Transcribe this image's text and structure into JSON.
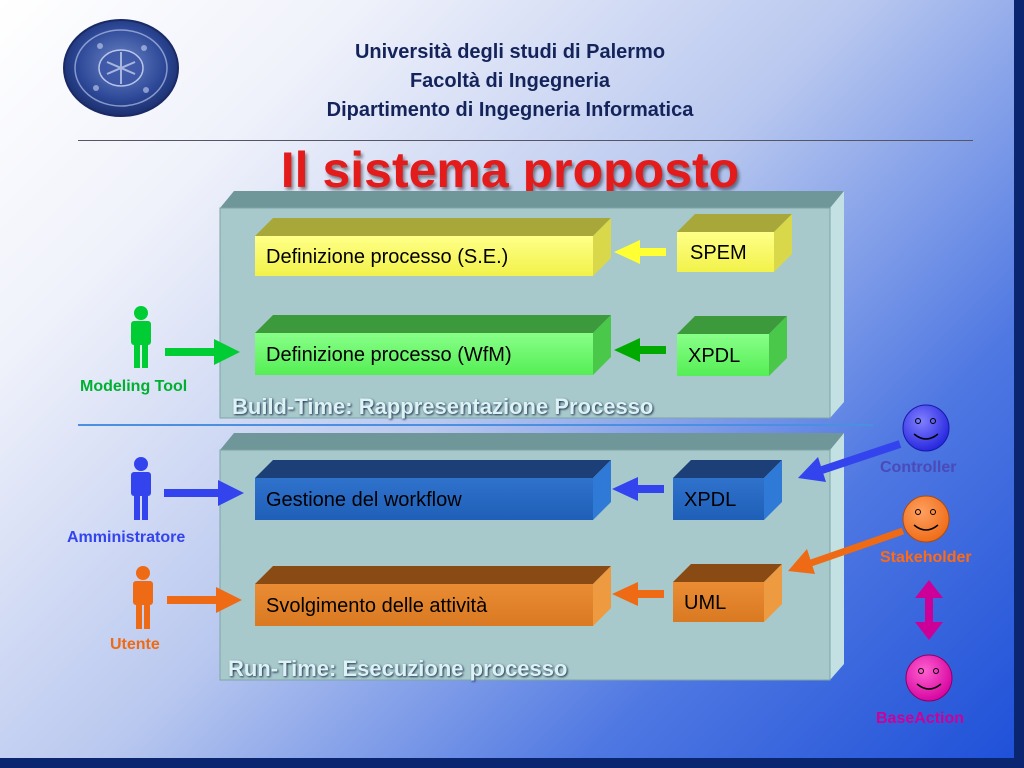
{
  "header": {
    "line1": "Università degli studi di Palermo",
    "line2": "Facoltà di Ingegneria",
    "line3": "Dipartimento di Ingegneria Informatica"
  },
  "title": "Il sistema proposto",
  "build_time": {
    "label": "Build-Time: Rappresentazione Processo",
    "box1": "Definizione processo (S.E.)",
    "box2": "Definizione processo (WfM)",
    "source1": "SPEM",
    "source2": "XPDL"
  },
  "run_time": {
    "label": "Run-Time: Esecuzione processo",
    "box1": "Gestione del workflow",
    "box2": "Svolgimento delle attività",
    "source1": "XPDL",
    "source2": "UML"
  },
  "actors": {
    "modeling_tool": "Modeling Tool",
    "amministratore": "Amministratore",
    "utente": "Utente",
    "controller": "Controller",
    "stakeholder": "Stakeholder",
    "baseaction": "BaseAction"
  },
  "colors": {
    "title": "#e41b1b",
    "yellow": "#ffff66",
    "green": "#66ff66",
    "blue": "#2b6ec8",
    "orange": "#e8862b",
    "magenta": "#cc0099",
    "panel": "#a7c9cb"
  }
}
